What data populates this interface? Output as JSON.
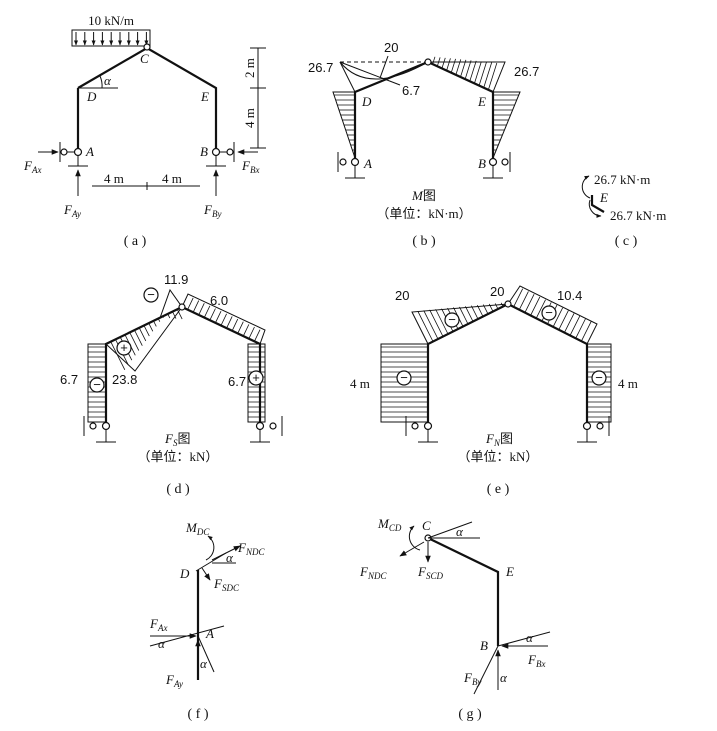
{
  "captions": {
    "a": "( a )",
    "b": "( b )",
    "c": "( c )",
    "d": "( d )",
    "e": "( e )",
    "f": "( f )",
    "g": "( g )"
  },
  "panel_a": {
    "load": "10 kN/m",
    "pt_A": "A",
    "pt_B": "B",
    "pt_C": "C",
    "pt_D": "D",
    "pt_E": "E",
    "alpha": "α",
    "dim_2m": "2 m",
    "dim_4m_v": "4 m",
    "dim_4m_l": "4 m",
    "dim_4m_r": "4 m",
    "F": "F",
    "Ax": "Ax",
    "Ay": "Ay",
    "Bx": "Bx",
    "By": "By"
  },
  "panel_b": {
    "v_267_left": "26.7",
    "v_20": "20",
    "v_67": "6.7",
    "v_267_right": "26.7",
    "pt_D": "D",
    "pt_E": "E",
    "pt_A": "A",
    "pt_B": "B",
    "title_M": "M",
    "title_tu": "图",
    "unit": "（单位：kN·m）"
  },
  "panel_c": {
    "moment_top": "26.7 kN·m",
    "pt_E": "E",
    "moment_bottom": "26.7 kN·m"
  },
  "panel_d": {
    "v_119": "11.9",
    "v_60": "6.0",
    "v_67_left": "6.7",
    "v_238": "23.8",
    "v_67_right": "6.7",
    "minus": "−",
    "plus": "+",
    "title_F": "F",
    "title_sub": "S",
    "title_tu": "图",
    "unit": "（单位：kN）"
  },
  "panel_e": {
    "v_20_left": "20",
    "v_20_mid": "20",
    "v_104": "10.4",
    "dim_4m_left": "4 m",
    "dim_4m_right": "4 m",
    "minus": "−",
    "title_F": "F",
    "title_sub": "N",
    "title_tu": "图",
    "unit": "（单位：kN）"
  },
  "panel_f": {
    "M": "M",
    "M_sub": "DC",
    "F_N": "F",
    "N_sub": "NDC",
    "F_S": "F",
    "S_sub": "SDC",
    "pt_D": "D",
    "pt_A": "A",
    "alpha": "α",
    "F": "F",
    "Ax": "Ax",
    "Ay": "Ay"
  },
  "panel_g": {
    "M": "M",
    "M_sub": "CD",
    "pt_C": "C",
    "alpha": "α",
    "F_N": "F",
    "N_sub": "NDC",
    "F_S": "F",
    "S_sub": "SCD",
    "pt_E": "E",
    "pt_B": "B",
    "F": "F",
    "Bx": "Bx",
    "By": "By"
  }
}
